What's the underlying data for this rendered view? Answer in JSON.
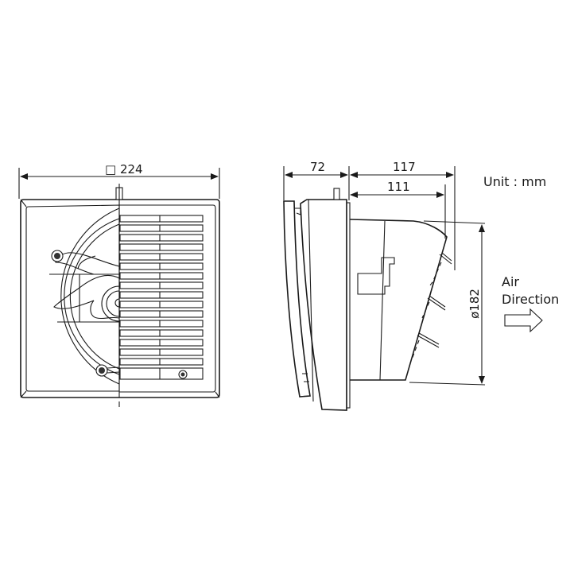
{
  "diagram": {
    "type": "technical-drawing",
    "subject": "exhaust fan dimension drawing",
    "unit_label": "Unit : mm",
    "front_view": {
      "width_label": "□ 224",
      "width_symbol": "square",
      "width_value": 224,
      "grille_slat_count": 17
    },
    "side_view": {
      "front_depth_label": "72",
      "rear_depth_label": "117",
      "duct_depth_label": "111",
      "diameter_label": "ø182",
      "front_depth_value": 72,
      "rear_depth_value": 117,
      "duct_depth_value": 111,
      "diameter_value": 182
    },
    "air_direction": {
      "line1": "Air",
      "line2": "Direction",
      "icon": "arrow-right-outline-icon"
    },
    "colors": {
      "line": "#1a1a1a",
      "background": "#ffffff"
    }
  }
}
